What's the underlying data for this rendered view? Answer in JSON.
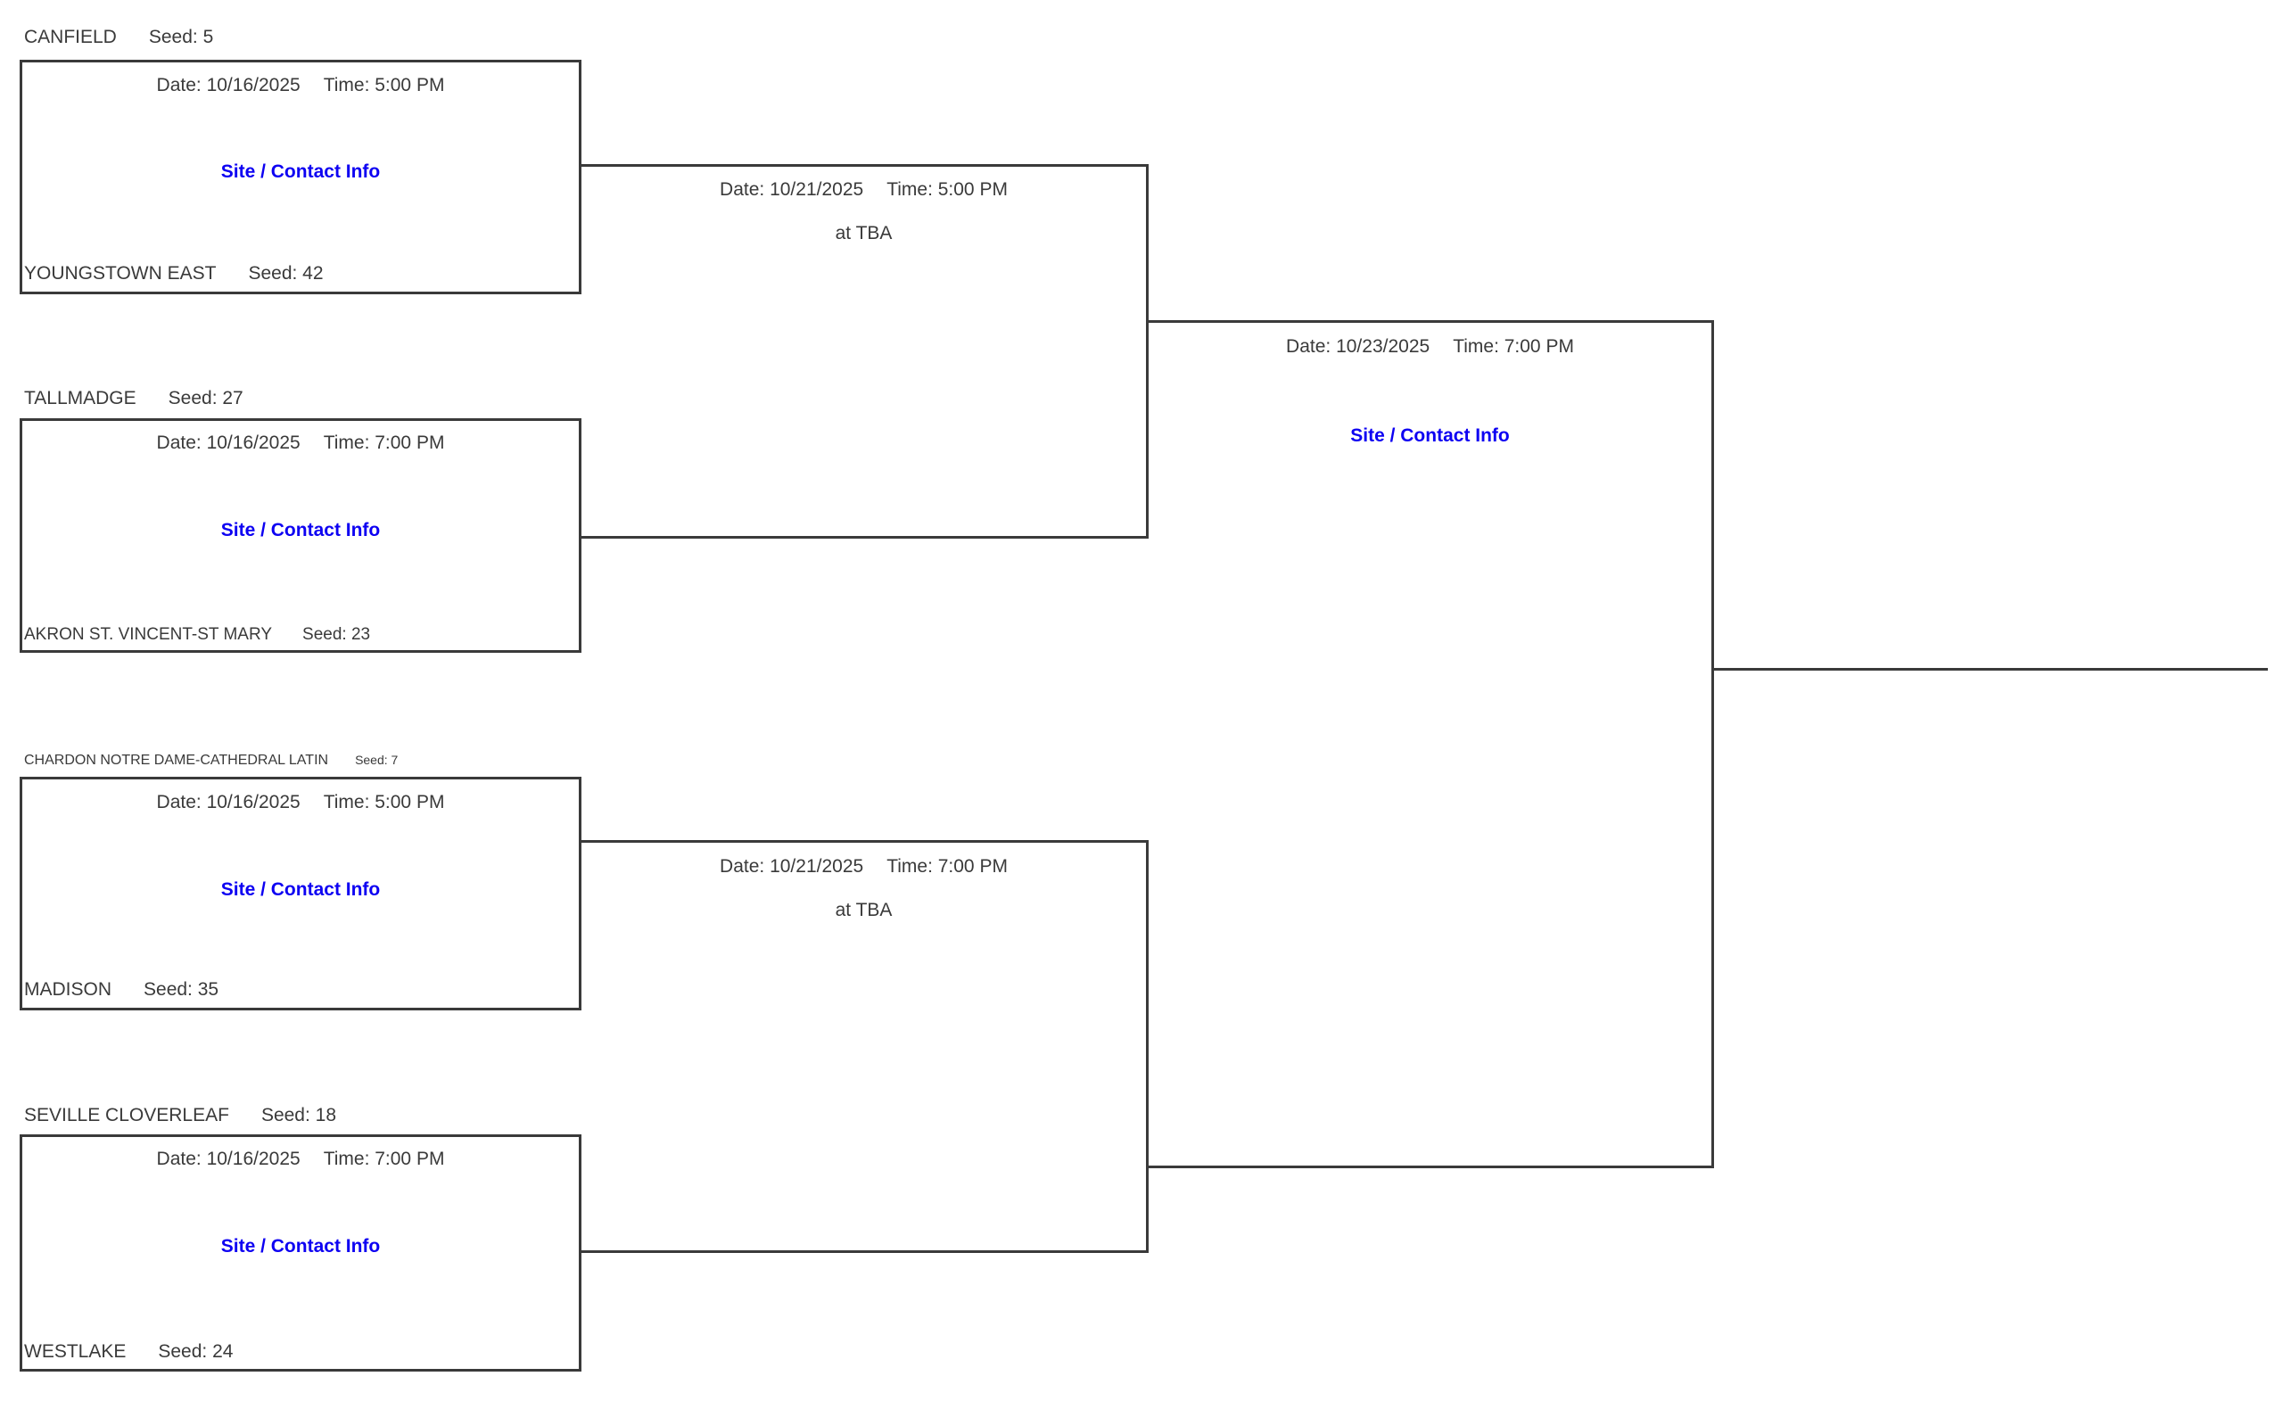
{
  "colors": {
    "background": "#ffffff",
    "line": "#3a3a3a",
    "text": "#3a3a3a",
    "link_blue": "#0d00f2"
  },
  "bracket": {
    "teams": [
      {
        "name": "CANFIELD",
        "seed_label": "Seed: 5"
      },
      {
        "name": "YOUNGSTOWN EAST",
        "seed_label": "Seed: 42"
      },
      {
        "name": "TALLMADGE",
        "seed_label": "Seed: 27"
      },
      {
        "name": "AKRON ST. VINCENT-ST MARY",
        "seed_label": "Seed: 23"
      },
      {
        "name": "CHARDON NOTRE DAME-CATHEDRAL LATIN",
        "seed_label": "Seed: 7"
      },
      {
        "name": "MADISON",
        "seed_label": "Seed: 35"
      },
      {
        "name": "SEVILLE CLOVERLEAF",
        "seed_label": "Seed: 18"
      },
      {
        "name": "WESTLAKE",
        "seed_label": "Seed: 24"
      }
    ],
    "round1_games": [
      {
        "date_label": "Date: 10/16/2025",
        "time_label": "Time: 5:00 PM",
        "site_label": "Site / Contact Info"
      },
      {
        "date_label": "Date: 10/16/2025",
        "time_label": "Time: 7:00 PM",
        "site_label": "Site / Contact Info"
      },
      {
        "date_label": "Date: 10/16/2025",
        "time_label": "Time: 5:00 PM",
        "site_label": "Site / Contact Info"
      },
      {
        "date_label": "Date: 10/16/2025",
        "time_label": "Time: 7:00 PM",
        "site_label": "Site / Contact Info"
      }
    ],
    "round2_games": [
      {
        "date_label": "Date: 10/21/2025",
        "time_label": "Time: 5:00 PM",
        "venue_label": "at TBA"
      },
      {
        "date_label": "Date: 10/21/2025",
        "time_label": "Time: 7:00 PM",
        "venue_label": "at TBA"
      }
    ],
    "round3_game": {
      "date_label": "Date: 10/23/2025",
      "time_label": "Time: 7:00 PM",
      "site_label": "Site / Contact Info"
    }
  }
}
